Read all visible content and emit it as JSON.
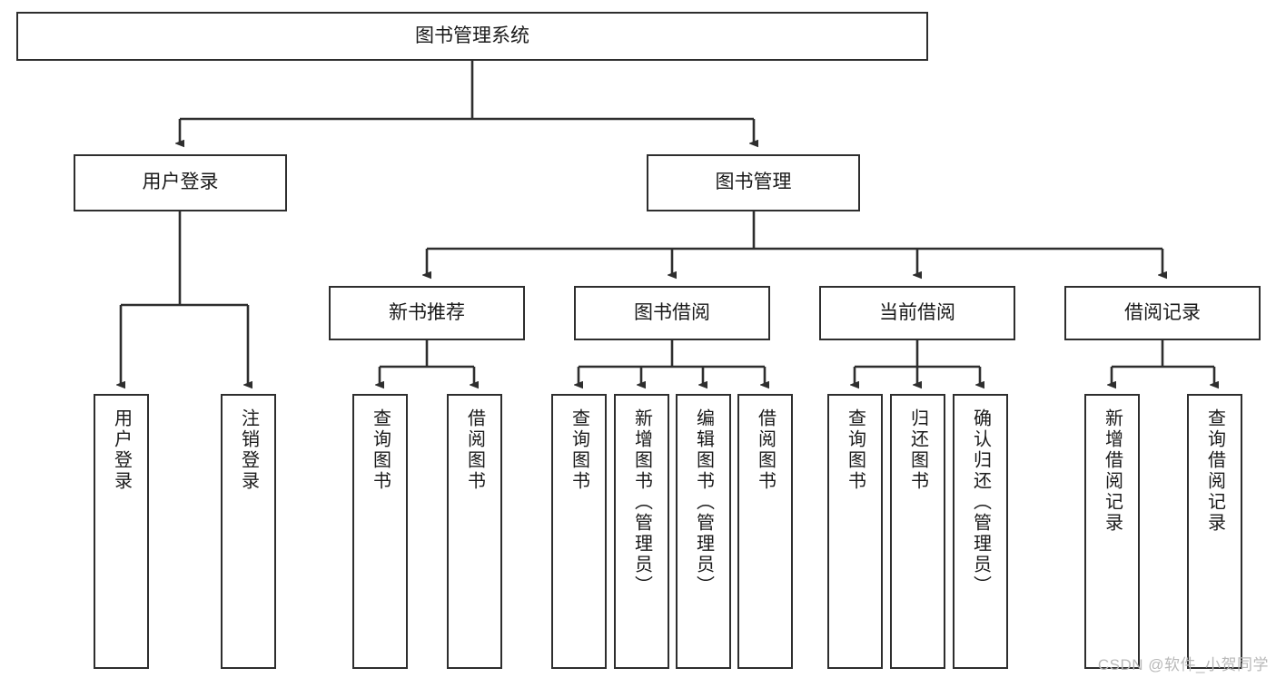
{
  "diagram": {
    "title": "图书管理系统",
    "type": "tree-hierarchy",
    "watermark": "CSDN @软件_小贺同学",
    "colors": {
      "box_border": "#2e2e2e",
      "box_fill": "#ffffff",
      "edge": "#2e2e2e",
      "text": "#1a1a1a",
      "watermark": "#b9b9b9"
    },
    "nodes": {
      "root": {
        "label": "图书管理系统",
        "orientation": "horizontal"
      },
      "level2": [
        {
          "label": "用户登录",
          "orientation": "horizontal"
        },
        {
          "label": "图书管理",
          "orientation": "horizontal"
        }
      ],
      "level3": [
        {
          "label": "新书推荐",
          "orientation": "horizontal"
        },
        {
          "label": "图书借阅",
          "orientation": "horizontal"
        },
        {
          "label": "当前借阅",
          "orientation": "horizontal"
        },
        {
          "label": "借阅记录",
          "orientation": "horizontal"
        }
      ],
      "leaves": {
        "user_login": [
          {
            "label": "用户登录",
            "orientation": "vertical"
          },
          {
            "label": "注销登录",
            "orientation": "vertical"
          }
        ],
        "new_book_recommend": [
          {
            "label": "查询图书",
            "orientation": "vertical"
          },
          {
            "label": "借阅图书",
            "orientation": "vertical"
          }
        ],
        "book_borrow": [
          {
            "label": "查询图书",
            "orientation": "vertical"
          },
          {
            "label": "新增图书（管理员）",
            "orientation": "vertical"
          },
          {
            "label": "编辑图书（管理员）",
            "orientation": "vertical"
          },
          {
            "label": "借阅图书",
            "orientation": "vertical"
          }
        ],
        "current_borrow": [
          {
            "label": "查询图书",
            "orientation": "vertical"
          },
          {
            "label": "归还图书",
            "orientation": "vertical"
          },
          {
            "label": "确认归还（管理员）",
            "orientation": "vertical"
          }
        ],
        "borrow_record": [
          {
            "label": "新增借阅记录",
            "orientation": "vertical"
          },
          {
            "label": "查询借阅记录",
            "orientation": "vertical"
          }
        ]
      }
    }
  }
}
